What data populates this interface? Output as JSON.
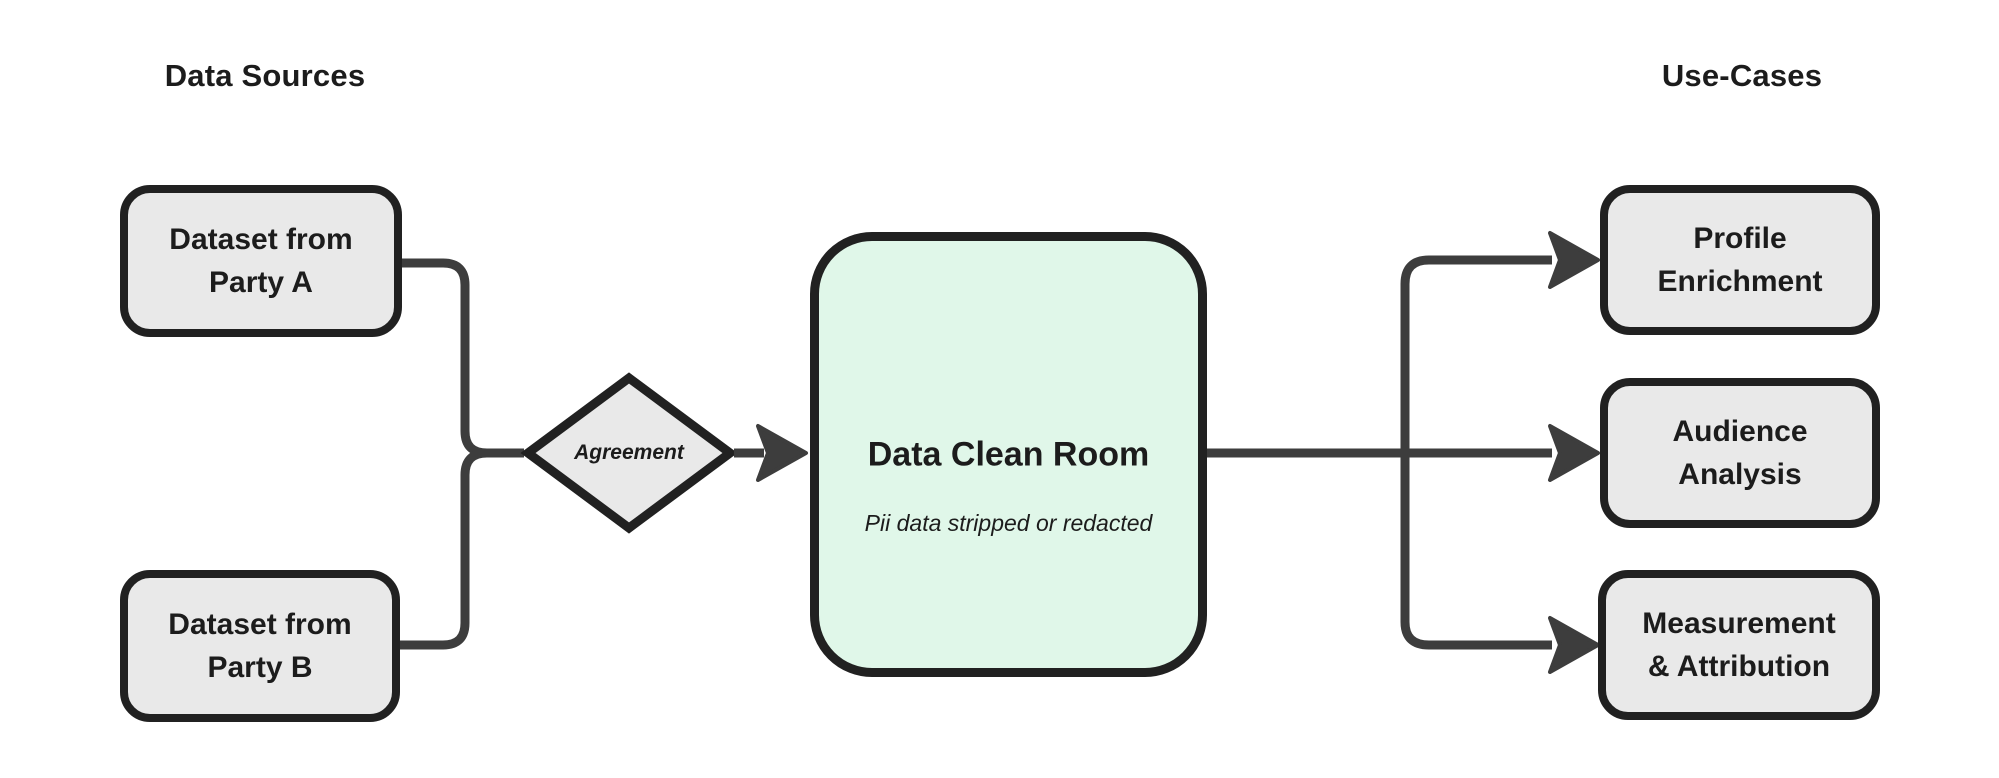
{
  "headers": {
    "data_sources": "Data Sources",
    "use_cases": "Use-Cases"
  },
  "nodes": {
    "party_a": {
      "lines": [
        "Dataset from",
        "Party A"
      ]
    },
    "party_b": {
      "lines": [
        "Dataset from",
        "Party B"
      ]
    },
    "agreement": {
      "label": "Agreement"
    },
    "clean_room": {
      "title": "Data Clean Room",
      "subtitle": "Pii data stripped or redacted"
    },
    "profile_enrichment": {
      "lines": [
        "Profile",
        "Enrichment"
      ]
    },
    "audience_analysis": {
      "lines": [
        "Audience",
        "Analysis"
      ]
    },
    "measurement_attribution": {
      "lines": [
        "Measurement",
        "& Attribution"
      ]
    }
  },
  "colors": {
    "background": "#ffffff",
    "node_fill": "#e9e9e9",
    "clean_room_fill": "#e0f7e9",
    "node_border": "#212121",
    "connector": "#3d3d3d",
    "text": "#1c1c1c"
  }
}
